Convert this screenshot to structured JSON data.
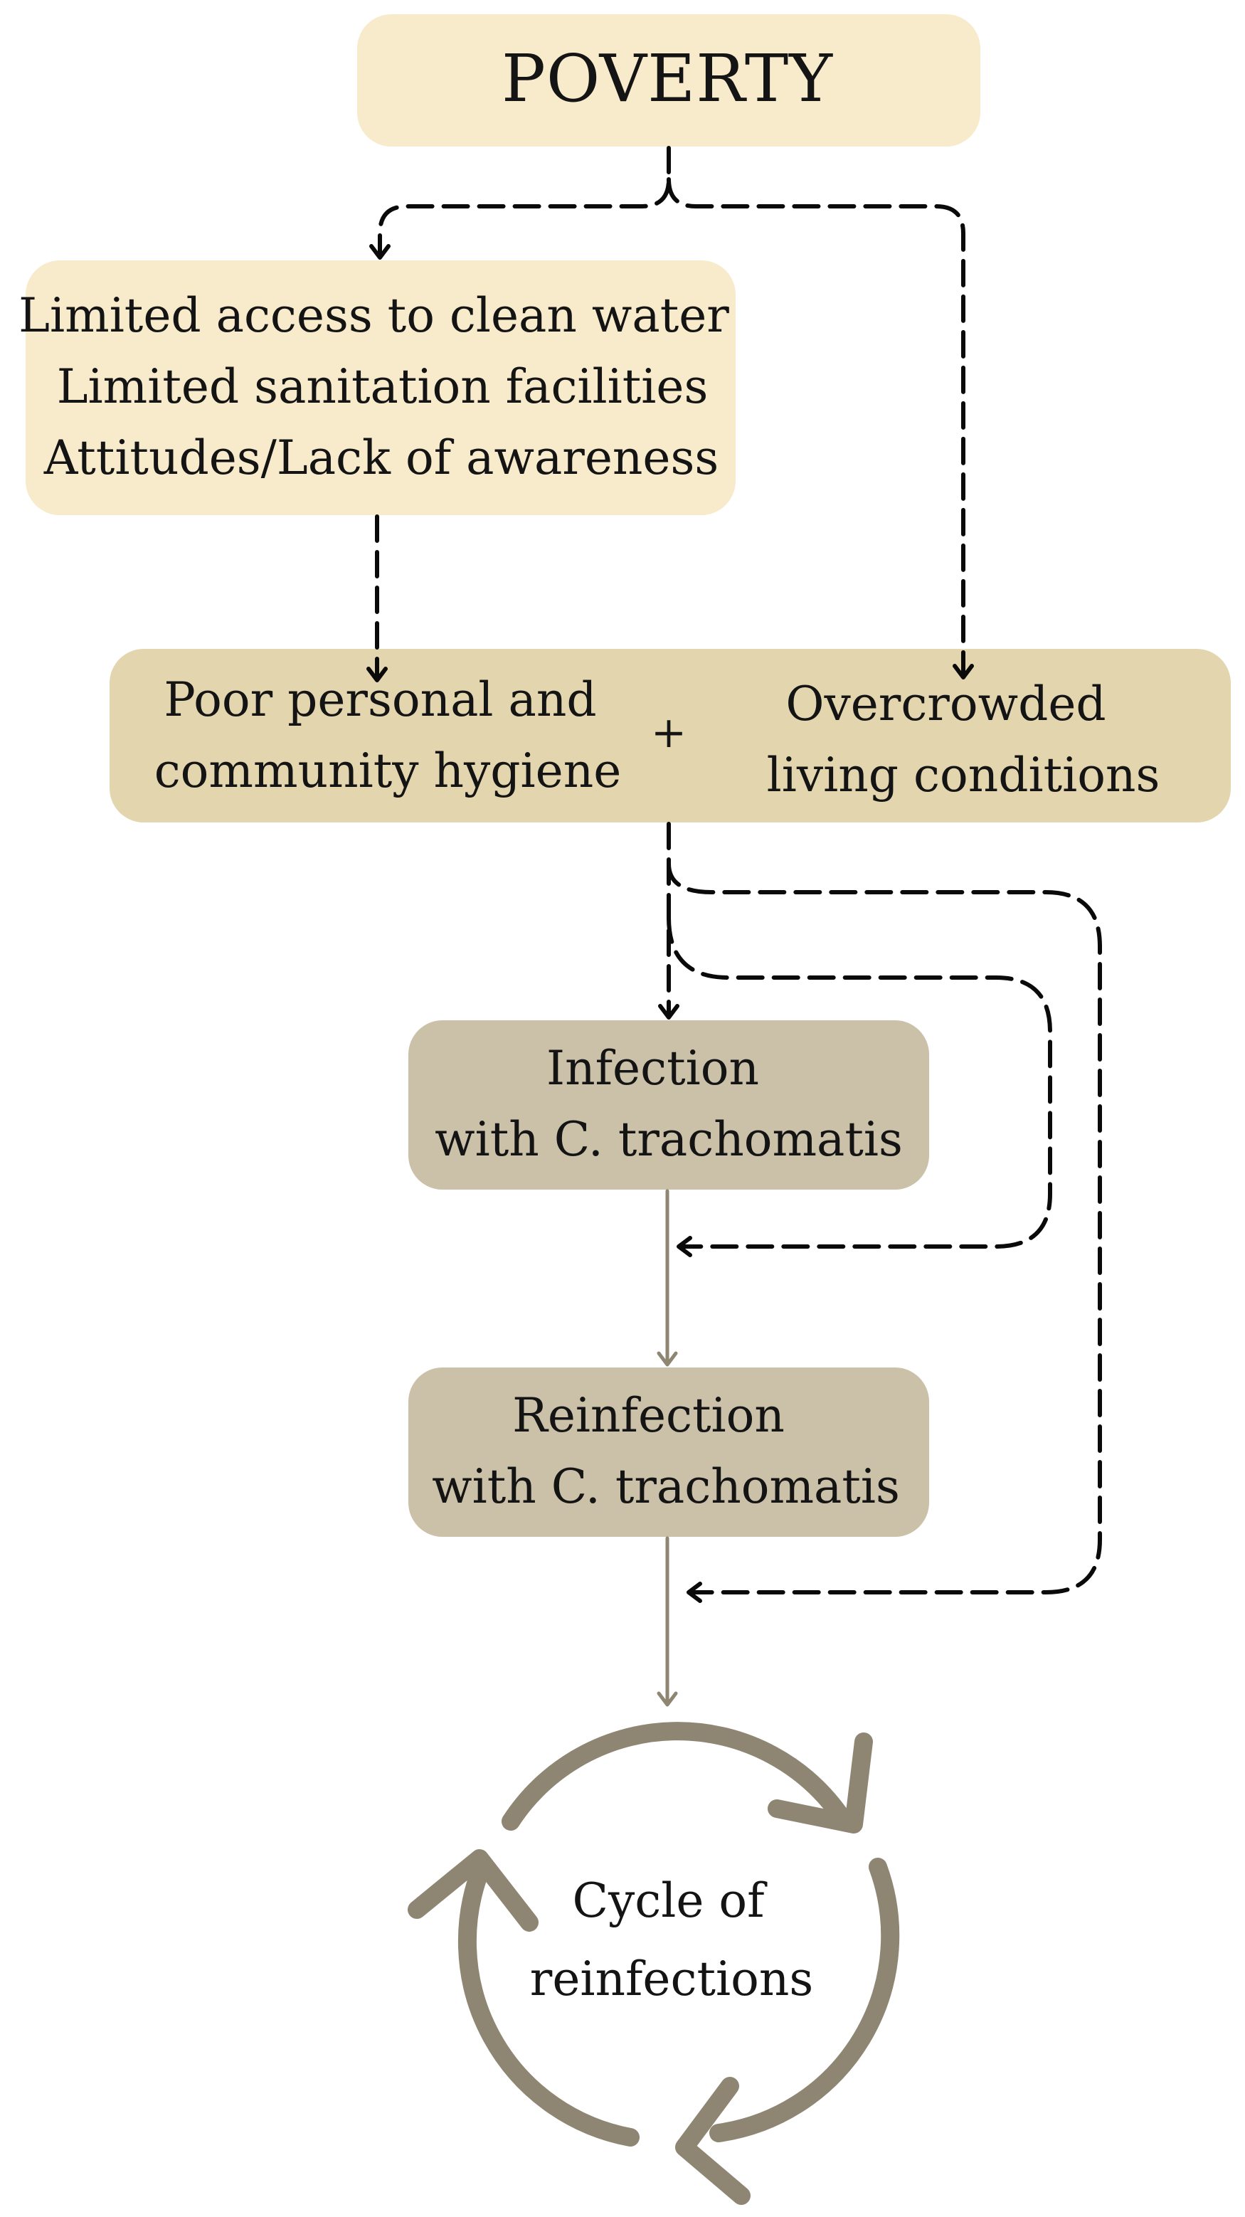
{
  "colors": {
    "poverty_fill": "#f7ebcb",
    "conditions_fill": "#f7ebcb",
    "hygiene_fill": "#e3d6af",
    "infection_fill": "#cbc1a8",
    "reinfection_fill": "#cbc1a8",
    "cycle_arrows": "#8e8672"
  },
  "nodes": {
    "poverty": {
      "lines": [
        "POVERTY"
      ]
    },
    "conditions": {
      "lines": [
        "Limited access to clean water",
        "Limited sanitation facilities",
        "Attitudes/Lack of awareness"
      ]
    },
    "hygiene": {
      "lines": [
        "Poor personal and",
        "community hygiene"
      ]
    },
    "plus": "+",
    "overcrowded": {
      "lines": [
        "Overcrowded",
        "living conditions"
      ]
    },
    "infection": {
      "lines": [
        "Infection",
        "with C. trachomatis"
      ]
    },
    "reinfection": {
      "lines": [
        "Reinfection",
        "with C. trachomatis"
      ]
    },
    "cycle": {
      "lines": [
        "Cycle of",
        "reinfections"
      ]
    }
  },
  "icons": {
    "cycle": "circular-arrows-icon"
  }
}
